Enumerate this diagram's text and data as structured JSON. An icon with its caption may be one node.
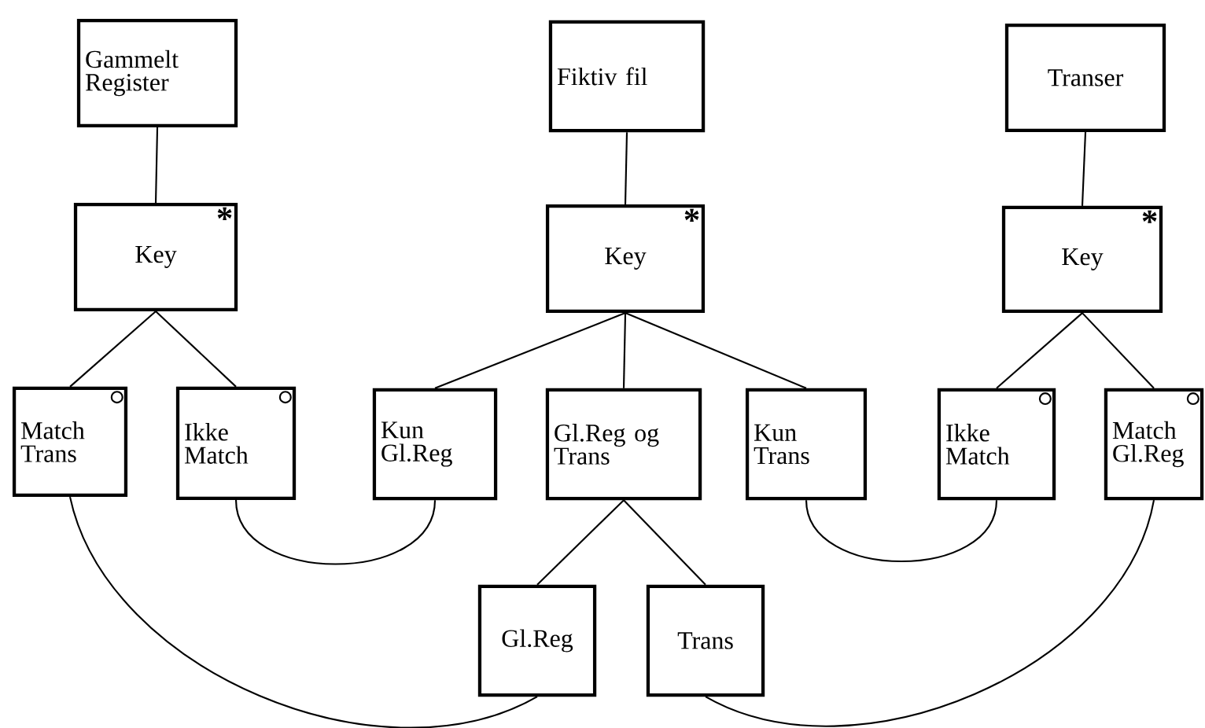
{
  "diagram": {
    "nodes": [
      {
        "text": [
          "Gammelt Register"
        ]
      },
      {
        "text": [
          "Fiktiv fil"
        ]
      },
      {
        "text": [
          "Transer"
        ]
      },
      {
        "text": [
          "Key",
          "*"
        ]
      },
      {
        "text": [
          "Key",
          "*"
        ]
      },
      {
        "text": [
          "Key",
          "*"
        ]
      },
      {
        "text": [
          "Match Trans"
        ]
      },
      {
        "text": [
          "Ikke Match"
        ]
      },
      {
        "text": [
          "Kun Gl.Reg"
        ]
      },
      {
        "text": [
          "Gl.Reg og Trans"
        ]
      },
      {
        "text": [
          "Kun Trans"
        ]
      },
      {
        "text": [
          "Ikke Match"
        ]
      },
      {
        "text": [
          "Match Gl.Reg"
        ]
      },
      {
        "text": [
          "Gl.Reg"
        ]
      },
      {
        "text": [
          "Trans"
        ]
      }
    ],
    "edges": [
      {
        "from": 0,
        "to": 3,
        "arrow": "none"
      },
      {
        "from": 1,
        "to": 4,
        "arrow": "none"
      },
      {
        "from": 2,
        "to": 5,
        "arrow": "none"
      },
      {
        "from": 3,
        "to": 6,
        "arrow": "none"
      },
      {
        "from": 3,
        "to": 7,
        "arrow": "none"
      },
      {
        "from": 4,
        "to": 8,
        "arrow": "none"
      },
      {
        "from": 4,
        "to": 9,
        "arrow": "none"
      },
      {
        "from": 4,
        "to": 10,
        "arrow": "none"
      },
      {
        "from": 5,
        "to": 11,
        "arrow": "none"
      },
      {
        "from": 5,
        "to": 12,
        "arrow": "none"
      },
      {
        "from": 9,
        "to": 13,
        "arrow": "none"
      },
      {
        "from": 9,
        "to": 14,
        "arrow": "none"
      },
      {
        "from": 7,
        "to": 8,
        "arrow": "none"
      },
      {
        "from": 10,
        "to": 11,
        "arrow": "none"
      },
      {
        "from": 6,
        "to": 13,
        "arrow": "none"
      },
      {
        "from": 14,
        "to": 12,
        "arrow": "none"
      }
    ]
  }
}
